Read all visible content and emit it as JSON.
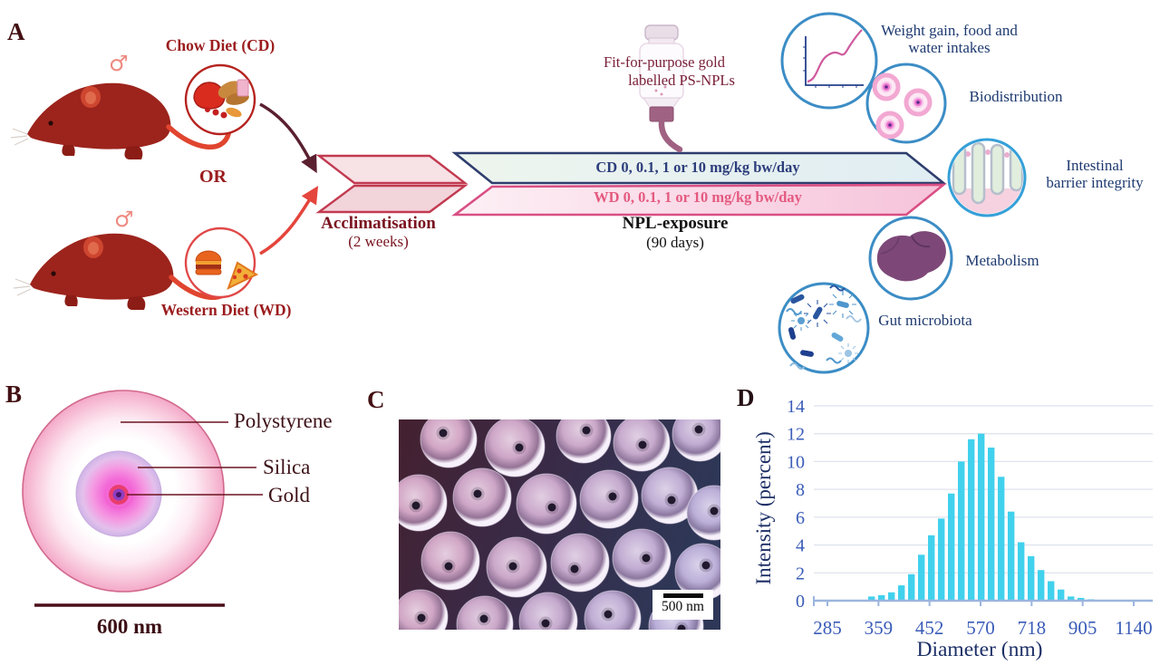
{
  "colors": {
    "diet_text": "#9b1c1e",
    "acclimatisation_text": "#7a1420",
    "cd_text": "#2d3e7c",
    "wd_text": "#e45a80",
    "outcome_text": "#1e3a70",
    "bar_cyan": "#41d1ed",
    "outcome_circle_border": "#3c8dc5",
    "band_cd_border": "#2e3d6e",
    "band_wd_border": "#d94f84",
    "chevron_border": "#c23a50"
  },
  "panels": {
    "A": {
      "letter": "A",
      "male_symbol": "♂",
      "chow_diet": "Chow Diet (CD)",
      "or": "OR",
      "western_diet": "Western Diet (WD)",
      "acclimatisation_title": "Acclimatisation",
      "acclimatisation_duration": "(2 weeks)",
      "bottle_caption_line1": "Fit-for-purpose gold",
      "bottle_caption_line2": "labelled PS-NPLs",
      "cd_band": "CD 0, 0.1, 1 or 10 mg/kg bw/day",
      "wd_band": "WD 0, 0.1, 1 or 10 mg/kg bw/day",
      "exposure_title": "NPL-exposure",
      "exposure_duration": "(90 days)",
      "outcomes": [
        {
          "icon": "growth-curve-icon",
          "lines": [
            "Weight gain, food and",
            "water intakes"
          ]
        },
        {
          "icon": "nanoparticles-icon",
          "lines": [
            "Biodistribution",
            ""
          ]
        },
        {
          "icon": "intestinal-villi-icon",
          "lines": [
            "Intestinal",
            "barrier integrity"
          ]
        },
        {
          "icon": "liver-icon",
          "lines": [
            "Metabolism",
            ""
          ]
        },
        {
          "icon": "bacteria-icon",
          "lines": [
            "Gut microbiota",
            ""
          ]
        }
      ]
    },
    "B": {
      "letter": "B",
      "layer_labels": [
        "Polystyrene",
        "Silica",
        "Gold"
      ],
      "scale_label": "600 nm"
    },
    "C": {
      "letter": "C",
      "scale_label": "500 nm"
    },
    "D": {
      "letter": "D"
    }
  },
  "chart_data": {
    "type": "bar",
    "xlabel": "Diameter (nm)",
    "ylabel": "Intensity (percent)",
    "x_scale": "log",
    "x_tick_labels": [
      "285",
      "359",
      "452",
      "570",
      "718",
      "905",
      "1140"
    ],
    "y_ticks": [
      0,
      2,
      4,
      6,
      8,
      10,
      12,
      14
    ],
    "ylim": [
      0,
      14
    ],
    "grid": "horizontal",
    "legend": "none",
    "bar_color": "#41d1ed",
    "diameters_nm_approx": [
      348,
      364,
      381,
      398,
      416,
      436,
      456,
      477,
      499,
      521,
      545,
      570,
      596,
      624,
      652,
      682,
      714,
      747,
      781,
      817,
      854,
      894,
      935
    ],
    "values": [
      0.3,
      0.4,
      0.6,
      1.1,
      1.9,
      3.3,
      4.7,
      5.9,
      7.7,
      10.0,
      11.6,
      12.0,
      11.0,
      8.9,
      6.4,
      4.2,
      3.2,
      2.2,
      1.4,
      0.8,
      0.3,
      0.2,
      0.1
    ]
  }
}
